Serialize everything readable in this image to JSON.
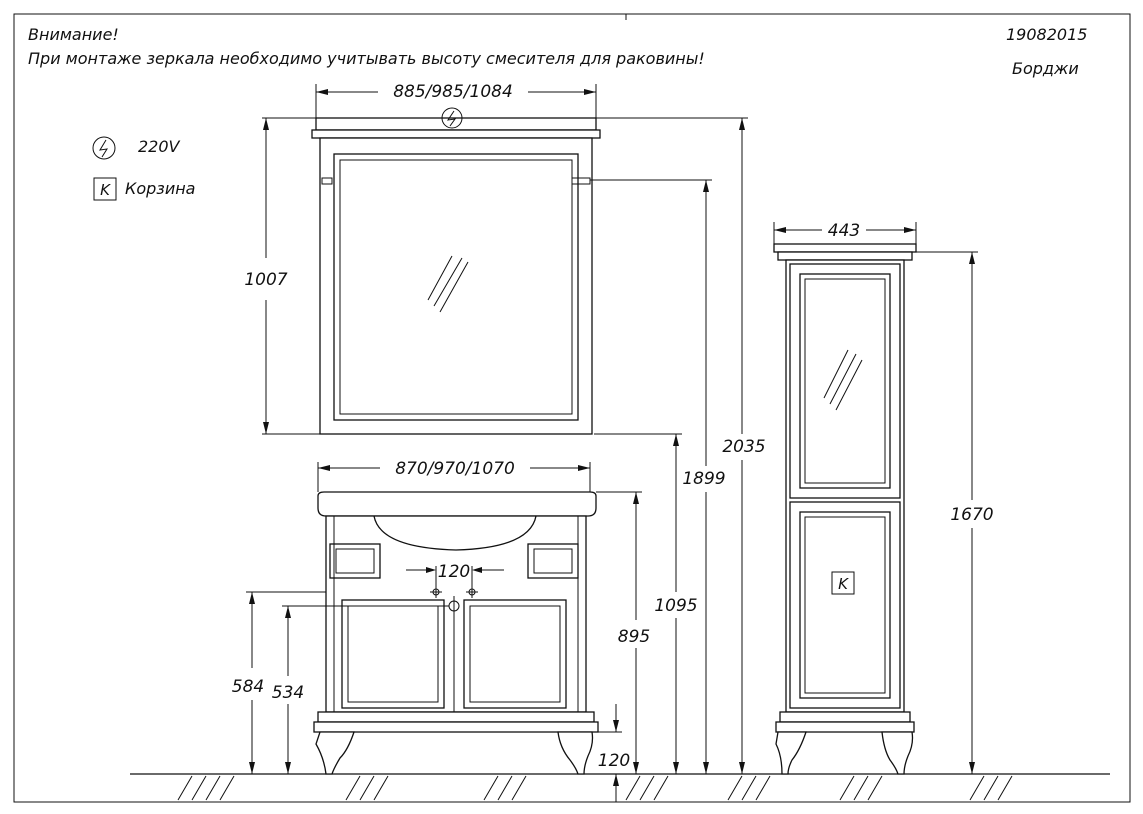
{
  "header": {
    "warning_title": "Внимание!",
    "warning_text": "При монтаже зеркала необходимо учитывать высоту смесителя для раковины!",
    "code": "19082015",
    "model": "Борджи"
  },
  "legend": {
    "power_label": "220V",
    "basket_symbol": "K",
    "basket_label": "Корзина"
  },
  "dimensions": {
    "mirror_width": "885/985/1084",
    "mirror_height": "1007",
    "mirror_top_height": "1899",
    "total_height": "2035",
    "vanity_width": "870/970/1070",
    "vanity_height": "895",
    "vanity_total_height": "1095",
    "faucet_spacing": "120",
    "drain_height_1": "584",
    "drain_height_2": "534",
    "leg_height": "120",
    "column_width": "443",
    "column_height": "1670",
    "column_basket_symbol": "K"
  }
}
